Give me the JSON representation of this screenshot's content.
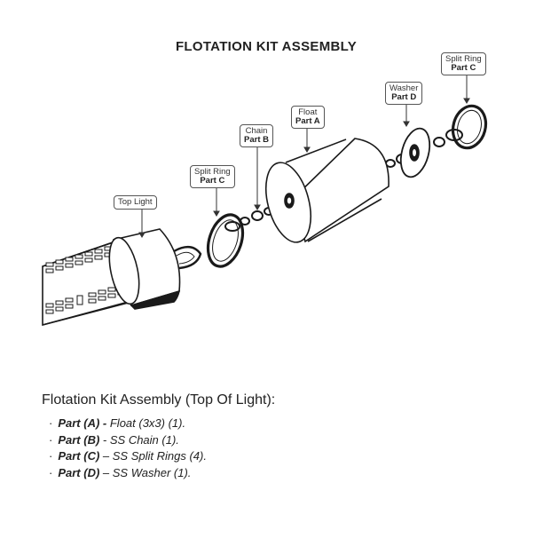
{
  "title": "FLOTATION KIT ASSEMBLY",
  "callouts": {
    "top_light": {
      "name": "Top Light",
      "part": ""
    },
    "split_ring_left": {
      "name": "Split Ring",
      "part": "Part C"
    },
    "chain": {
      "name": "Chain",
      "part": "Part B"
    },
    "float": {
      "name": "Float",
      "part": "Part A"
    },
    "washer": {
      "name": "Washer",
      "part": "Part D"
    },
    "split_ring_right": {
      "name": "Split Ring",
      "part": "Part C"
    }
  },
  "legend": {
    "heading": "Flotation Kit Assembly (Top Of Light):",
    "bullet": "·",
    "items": [
      {
        "part": "Part (A) -",
        "desc": "Float (3x3) (1)."
      },
      {
        "part": "Part (B)",
        "desc": "- SS Chain (1)."
      },
      {
        "part": "Part (C)",
        "desc": "– SS Split Rings (4)."
      },
      {
        "part": "Part (D)",
        "desc": "– SS Washer (1)."
      }
    ]
  }
}
